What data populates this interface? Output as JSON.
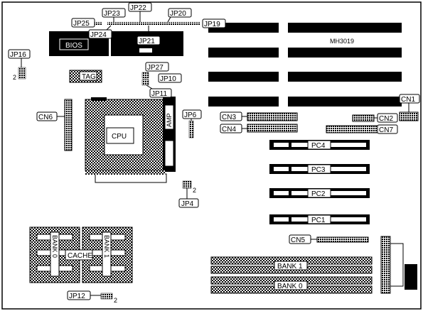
{
  "board": {
    "model": "MH3019",
    "components": {
      "bios": "BIOS",
      "tag": "TAG",
      "cpu": "CPU",
      "amp": "AMP",
      "cache": "CACHE",
      "bank0_vertical": "BANK 0",
      "bank1_vertical": "BANK 1",
      "simm_bank1": "BANK 1",
      "simm_bank0": "BANK 0"
    },
    "jumpers": {
      "jp16": "JP16",
      "jp25": "JP25",
      "jp23": "JP23",
      "jp22": "JP22",
      "jp20": "JP20",
      "jp19": "JP19",
      "jp24": "JP24",
      "jp21": "JP21",
      "jp27": "JP27",
      "jp10": "JP10",
      "jp11": "JP11",
      "jp6": "JP6",
      "jp4": "JP4",
      "jp12": "JP12"
    },
    "connectors": {
      "cn6": "CN6",
      "cn3": "CN3",
      "cn4": "CN4",
      "cn1": "CN1",
      "cn2": "CN2",
      "cn7": "CN7",
      "cn5": "CN5"
    },
    "slots": {
      "pc4": "PC4",
      "pc3": "PC3",
      "pc2": "PC2",
      "pc1": "PC1"
    },
    "pin_markers": {
      "jp16": "2",
      "jp4": "2",
      "jp12": "2"
    }
  }
}
